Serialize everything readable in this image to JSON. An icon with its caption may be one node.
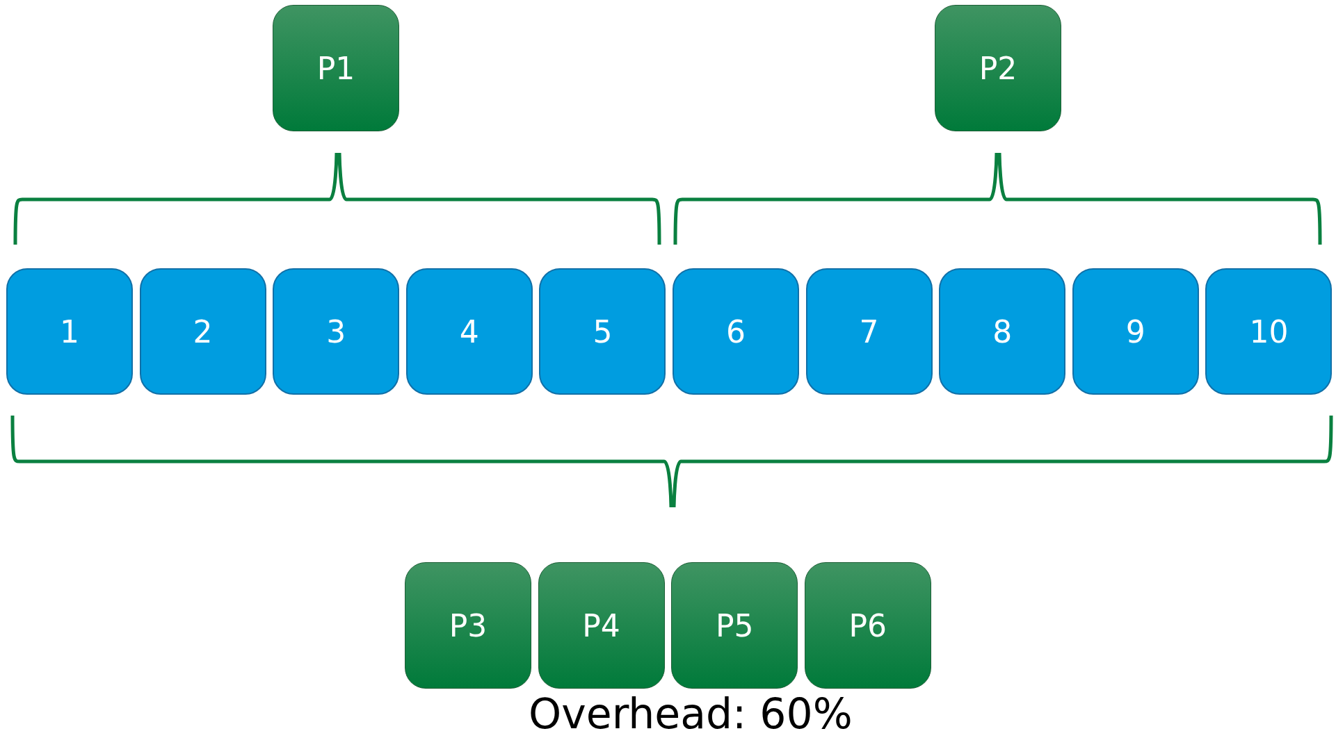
{
  "diagram": {
    "nodes": [
      {
        "text": [
          "P1"
        ]
      },
      {
        "text": [
          "P2"
        ]
      },
      {
        "text": [
          "1"
        ]
      },
      {
        "text": [
          "2"
        ]
      },
      {
        "text": [
          "3"
        ]
      },
      {
        "text": [
          "4"
        ]
      },
      {
        "text": [
          "5"
        ]
      },
      {
        "text": [
          "6"
        ]
      },
      {
        "text": [
          "7"
        ]
      },
      {
        "text": [
          "8"
        ]
      },
      {
        "text": [
          "9"
        ]
      },
      {
        "text": [
          "10"
        ]
      },
      {
        "text": [
          "P3"
        ]
      },
      {
        "text": [
          "P4"
        ]
      },
      {
        "text": [
          "P5"
        ]
      },
      {
        "text": [
          "P6"
        ]
      }
    ],
    "labels": [
      "Overhead: 60%"
    ]
  }
}
